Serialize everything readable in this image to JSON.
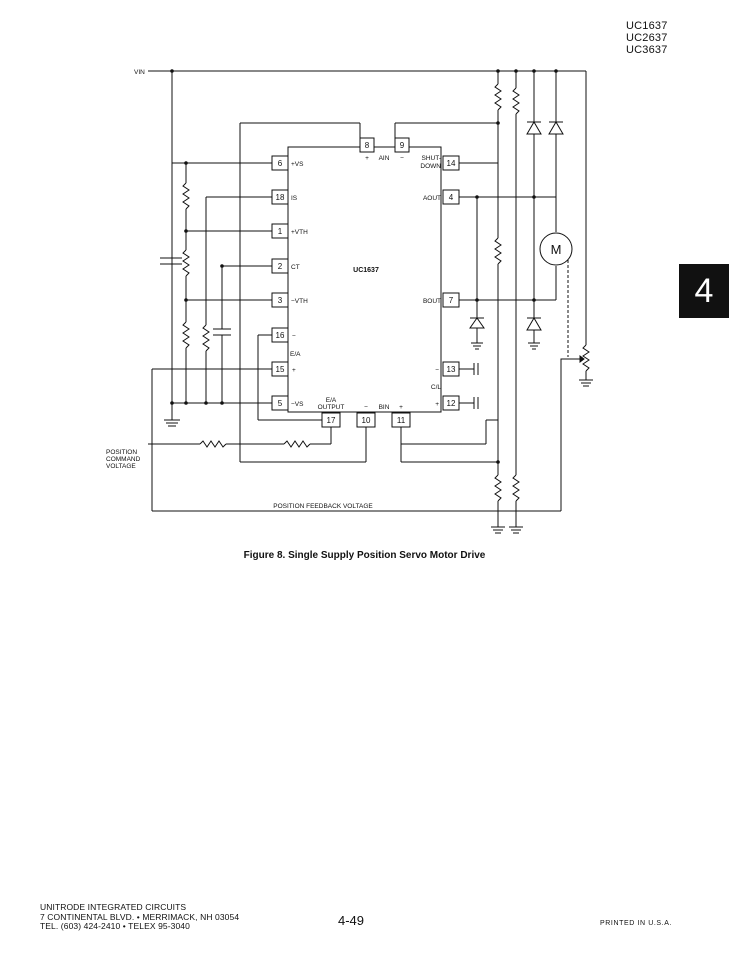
{
  "header": {
    "part_numbers": [
      "UC1637",
      "UC2637",
      "UC3637"
    ],
    "section_tab": "4"
  },
  "schematic": {
    "ic_label": "UC1637",
    "vin_label": "VIN",
    "pins": [
      {
        "num": "8",
        "label": "+"
      },
      {
        "num": "9",
        "label": "−"
      },
      {
        "num": "6",
        "label": "+VS"
      },
      {
        "num": "18",
        "label": "IS"
      },
      {
        "num": "1",
        "label": "+VTH"
      },
      {
        "num": "2",
        "label": "CT"
      },
      {
        "num": "3",
        "label": "−VTH"
      },
      {
        "num": "16",
        "label": "−"
      },
      {
        "num": "15",
        "label": "+"
      },
      {
        "num": "5",
        "label": "−VS"
      },
      {
        "num": "14",
        "label": "SHUT-DOWN"
      },
      {
        "num": "4",
        "label": "AOUT"
      },
      {
        "num": "7",
        "label": "BOUT"
      },
      {
        "num": "13",
        "label": "−"
      },
      {
        "num": "12",
        "label": "+"
      },
      {
        "num": "17",
        "label": ""
      },
      {
        "num": "10",
        "label": "−"
      },
      {
        "num": "11",
        "label": "+"
      }
    ],
    "labels": {
      "ain": "AIN",
      "shutdown_1": "SHUT-",
      "shutdown_2": "DOWN",
      "aout": "AOUT",
      "bout": "BOUT",
      "ea": "E/A",
      "cl": "C/L",
      "ea_output_1": "E/A",
      "ea_output_2": "OUTPUT",
      "bin": "BIN",
      "motor": "M",
      "position_command_1": "POSITION",
      "position_command_2": "COMMAND",
      "position_command_3": "VOLTAGE",
      "position_feedback": "POSITION FEEDBACK VOLTAGE"
    }
  },
  "caption": "Figure 8. Single Supply Position Servo Motor Drive",
  "footer": {
    "address_lines": [
      "UNITRODE INTEGRATED CIRCUITS",
      "7 CONTINENTAL BLVD. • MERRIMACK, NH 03054",
      "TEL. (603) 424-2410 • TELEX 95-3040"
    ],
    "page_number": "4-49",
    "printed": "PRINTED IN U.S.A."
  }
}
